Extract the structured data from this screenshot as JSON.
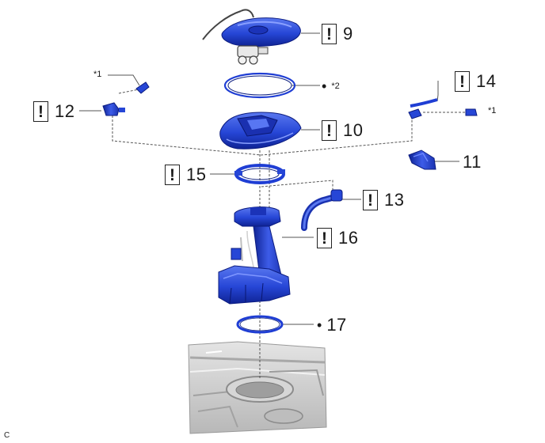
{
  "callouts": {
    "c9": {
      "mark": "!",
      "number": "9"
    },
    "c10": {
      "mark": "!",
      "number": "10"
    },
    "c11": {
      "number": "11"
    },
    "c12": {
      "mark": "!",
      "number": "12"
    },
    "c13": {
      "mark": "!",
      "number": "13"
    },
    "c14": {
      "mark": "!",
      "number": "14"
    },
    "c15": {
      "mark": "!",
      "number": "15"
    },
    "c16": {
      "mark": "!",
      "number": "16"
    },
    "c17": {
      "bullet": "•",
      "number": "17"
    }
  },
  "notes": {
    "star1_left": "*1",
    "star1_right": "*1",
    "star2": "*2",
    "star2_bullet": "•"
  },
  "corner_code": "C",
  "colors": {
    "part_blue": "#2646d6",
    "part_dark": "#0f2394",
    "part_light": "#5a78f0",
    "leader": "#555555",
    "floor": "#c8c8c8"
  }
}
